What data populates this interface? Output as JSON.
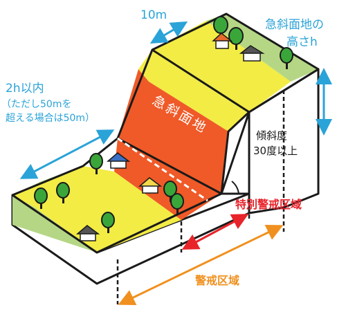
{
  "labels": {
    "top_width": "10m",
    "cliff_height_line1": "急斜面地の",
    "cliff_height_line2": "高さh",
    "slope_face": "急斜面地",
    "angle_line1": "傾斜度",
    "angle_line2": "30度以上",
    "lower_width_line1": "2h以内",
    "lower_width_line2": "（ただし50mを",
    "lower_width_line3": "超える場合は50m）",
    "special_zone": "特別警戒区域",
    "warning_zone": "警戒区域"
  },
  "colors": {
    "grass": "#b5d785",
    "yellow_zone": "#f2ec45",
    "red_zone": "#ef5a28",
    "side_wall": "#ffffff",
    "outline": "#1a1a1a",
    "blue_arrow": "#2aa3d8",
    "red_arrow": "#e8232a",
    "orange_arrow": "#f0901e",
    "tree_green": "#3aa63a",
    "house_roof_orange": "#e86a2a",
    "house_roof_gray": "#555555",
    "house_roof_blue": "#3b6fc2",
    "house_roof_yellow": "#f2d84a"
  },
  "icons": [
    "tree-icon",
    "house-icon"
  ]
}
